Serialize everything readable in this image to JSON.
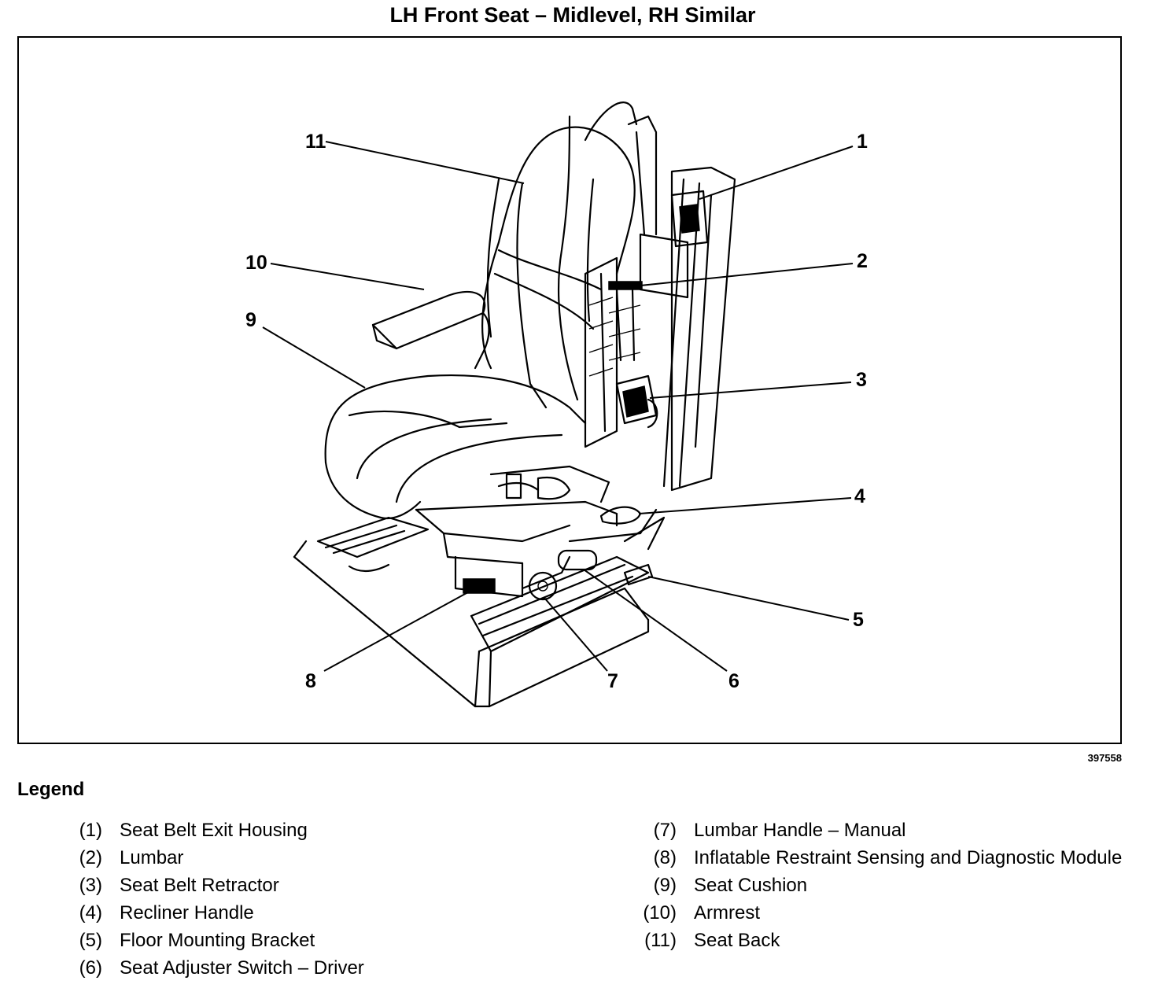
{
  "title": "LH Front Seat – Midlevel, RH Similar",
  "figure_id": "397558",
  "callouts": [
    {
      "num": "1",
      "name": "seat-belt-exit-housing"
    },
    {
      "num": "2",
      "name": "lumbar"
    },
    {
      "num": "3",
      "name": "seat-belt-retractor"
    },
    {
      "num": "4",
      "name": "recliner-handle"
    },
    {
      "num": "5",
      "name": "floor-mounting-bracket"
    },
    {
      "num": "6",
      "name": "seat-adjuster-switch"
    },
    {
      "num": "7",
      "name": "lumbar-handle"
    },
    {
      "num": "8",
      "name": "sensing-diagnostic-module"
    },
    {
      "num": "9",
      "name": "seat-cushion"
    },
    {
      "num": "10",
      "name": "armrest"
    },
    {
      "num": "11",
      "name": "seat-back"
    }
  ],
  "legend": {
    "title": "Legend",
    "left": [
      {
        "num": "(1)",
        "label": "Seat Belt Exit Housing"
      },
      {
        "num": "(2)",
        "label": "Lumbar"
      },
      {
        "num": "(3)",
        "label": "Seat Belt Retractor"
      },
      {
        "num": "(4)",
        "label": "Recliner Handle"
      },
      {
        "num": "(5)",
        "label": "Floor Mounting Bracket"
      },
      {
        "num": "(6)",
        "label": "Seat Adjuster Switch – Driver"
      }
    ],
    "right": [
      {
        "num": "(7)",
        "label": "Lumbar Handle – Manual"
      },
      {
        "num": "(8)",
        "label": "Inflatable Restraint Sensing and Diagnostic Module"
      },
      {
        "num": "(9)",
        "label": "Seat Cushion"
      },
      {
        "num": "(10)",
        "label": "Armrest"
      },
      {
        "num": "(11)",
        "label": "Seat Back"
      }
    ]
  }
}
